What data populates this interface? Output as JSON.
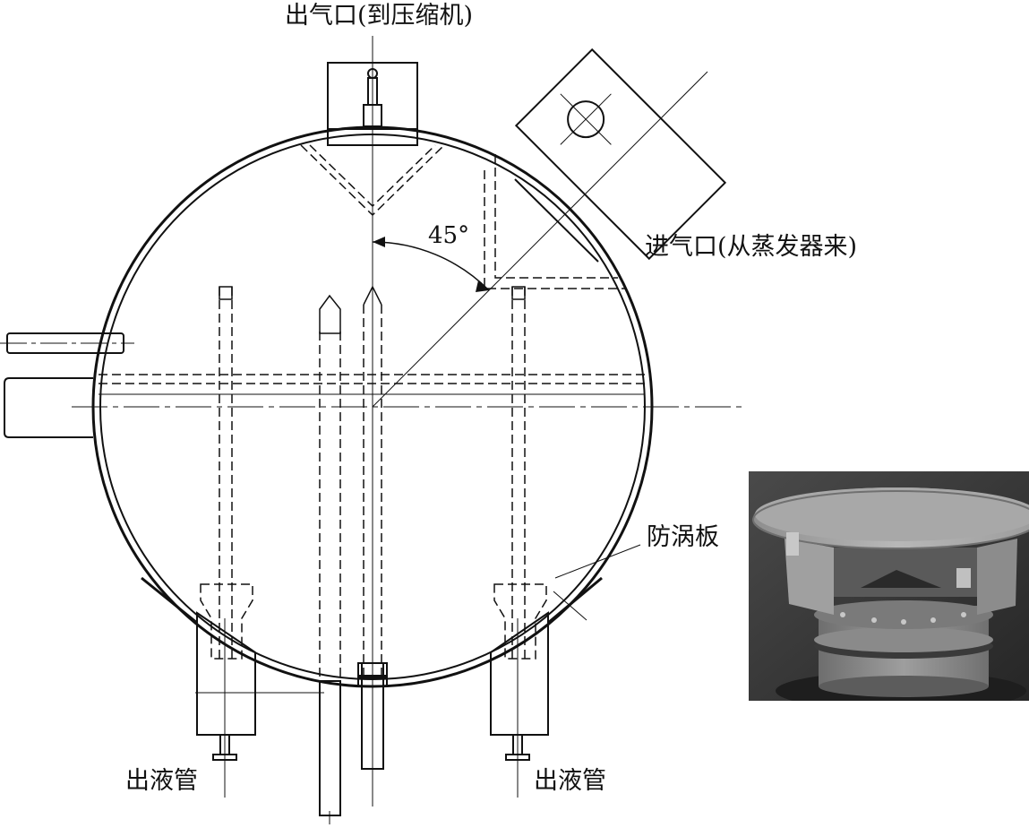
{
  "labels": {
    "gas_outlet": "出气口(到压缩机)",
    "gas_inlet": "进气口(从蒸发器来)",
    "vortex_plate": "防涡板",
    "liquid_outlet_left": "出液管",
    "liquid_outlet_right": "出液管",
    "angle": "45°"
  },
  "colors": {
    "line": "#111111",
    "photo_background": "#3c3c3c",
    "photo_metal": "#9a9a9a"
  }
}
